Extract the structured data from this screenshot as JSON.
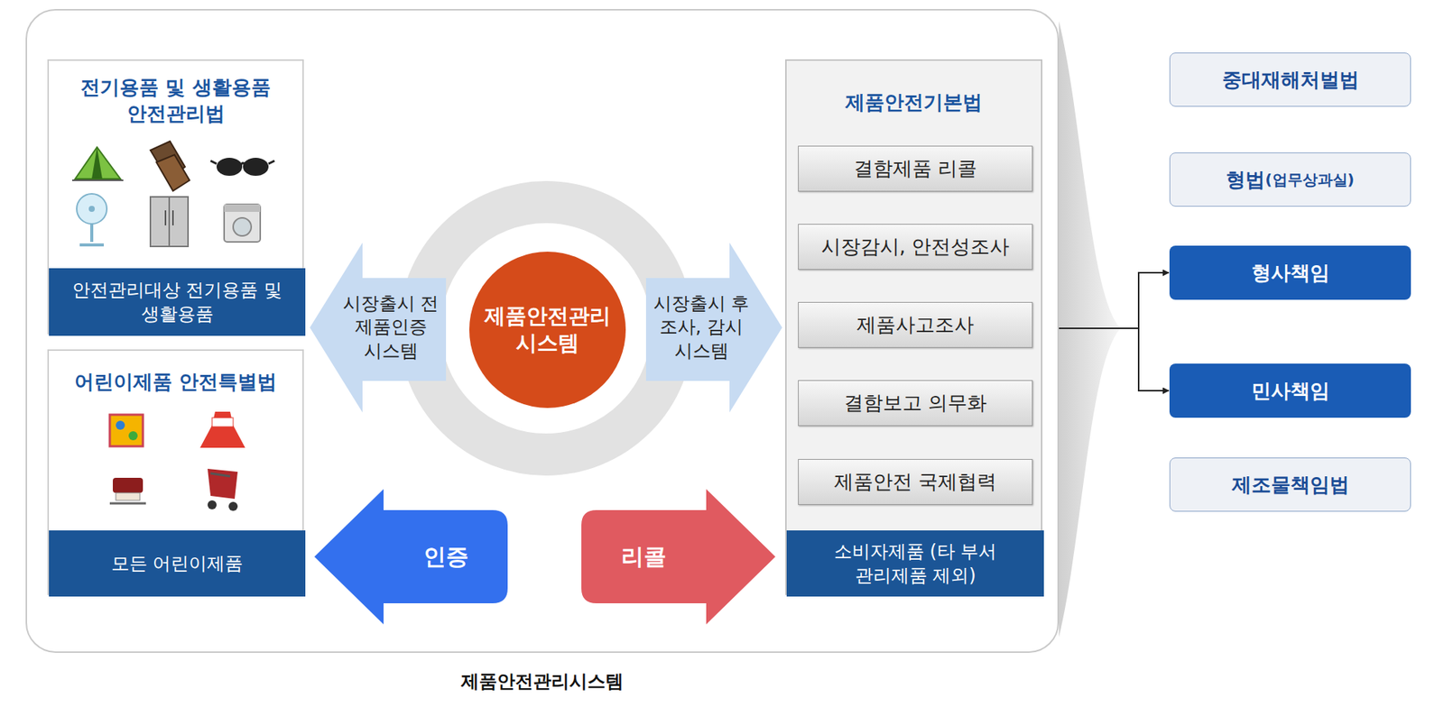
{
  "diagram": {
    "nodes": [
      {
        "text": [
          "제품안전관리시스템"
        ]
      },
      {
        "text": [
          "전기용품 및 생활용품 안전관리법"
        ],
        "in": 0
      },
      {
        "text": [
          "안전관리대상 전기용품 및 생활용품"
        ],
        "in": 1
      },
      {
        "text": [
          "어린이제품 안전특별법"
        ],
        "in": 0
      },
      {
        "text": [
          "모든 어린이제품"
        ],
        "in": 3
      },
      {
        "text": [
          "시장출시 전 제품인증 시스템"
        ],
        "in": 0
      },
      {
        "text": [
          "제품안전관리 시스템"
        ],
        "in": 0
      },
      {
        "text": [
          "시장출시 후 조사, 감시 시스템"
        ],
        "in": 0
      },
      {
        "text": [
          "제품안전기본법"
        ],
        "in": 0
      },
      {
        "text": [
          "결함제품 리콜"
        ],
        "in": 8
      },
      {
        "text": [
          "시장감시, 안전성조사"
        ],
        "in": 8
      },
      {
        "text": [
          "제품사고조사"
        ],
        "in": 8
      },
      {
        "text": [
          "결함보고 의무화"
        ],
        "in": 8
      },
      {
        "text": [
          "제품안전 국제협력"
        ],
        "in": 8
      },
      {
        "text": [
          "소비자제품 (타 부서 관리제품 제외)"
        ],
        "in": 8
      },
      {
        "text": [
          "인증"
        ],
        "in": 0
      },
      {
        "text": [
          "리콜"
        ],
        "in": 0
      },
      {
        "text": [
          "중대재해처벌법"
        ]
      },
      {
        "text": [
          "형법",
          "(업무상과실)"
        ]
      },
      {
        "text": [
          "형사책임"
        ]
      },
      {
        "text": [
          "민사책임"
        ]
      },
      {
        "text": [
          "제조물책임법"
        ]
      }
    ],
    "edges": [
      {
        "from": 0,
        "to": 19,
        "arrow": "to"
      },
      {
        "from": 0,
        "to": 20,
        "arrow": "to"
      }
    ]
  }
}
